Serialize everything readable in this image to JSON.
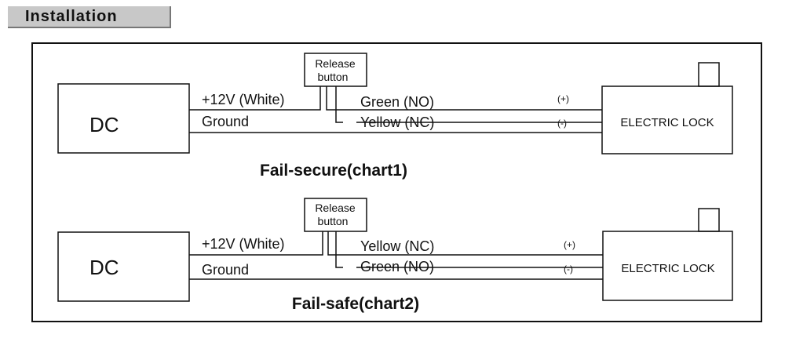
{
  "header": {
    "title": "Installation"
  },
  "diagrams": [
    {
      "caption": "Fail-secure(chart1)",
      "source_label": "DC",
      "release_label_line1": "Release",
      "release_label_line2": "button",
      "wire_power": "+12V (White)",
      "wire_ground": "Ground",
      "wire_upper": "Green (NO)",
      "wire_lower": "Yellow (NC)",
      "polarity_upper": "(+)",
      "polarity_lower": "(-)",
      "lock_label": "ELECTRIC LOCK"
    },
    {
      "caption": "Fail-safe(chart2)",
      "source_label": "DC",
      "release_label_line1": "Release",
      "release_label_line2": "button",
      "wire_power": "+12V (White)",
      "wire_ground": "Ground",
      "wire_upper": "Yellow (NC)",
      "wire_lower": "Green (NO)",
      "polarity_upper": "(+)",
      "polarity_lower": "(-)",
      "lock_label": "ELECTRIC LOCK"
    }
  ]
}
